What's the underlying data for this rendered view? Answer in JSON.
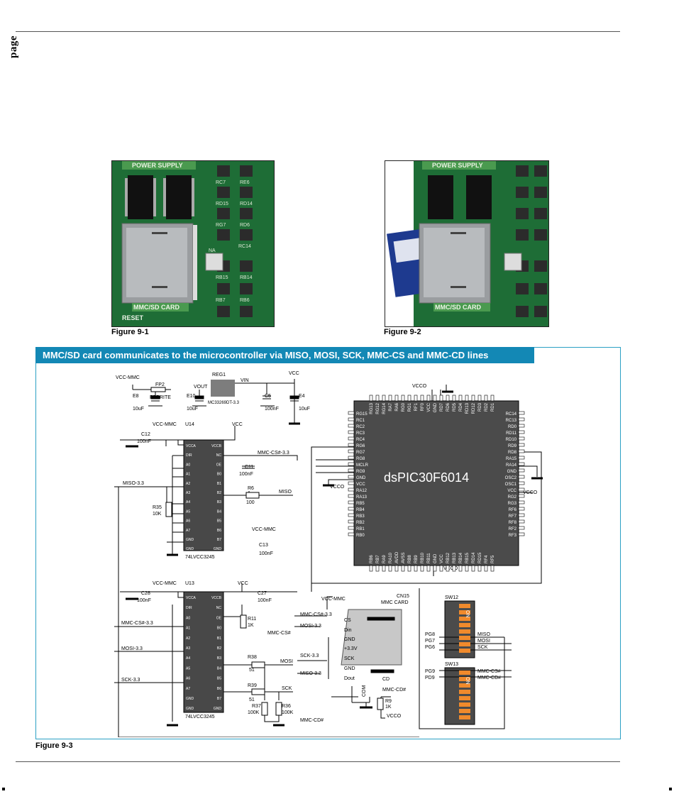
{
  "page": {
    "side_label": "page"
  },
  "figures": {
    "fig1_caption": "Figure 9-1",
    "fig2_caption": "Figure 9-2",
    "fig3_caption": "Figure 9-3"
  },
  "photo": {
    "power_supply": "POWER SUPPLY",
    "mmc_sd_card": "MMC/SD CARD",
    "reset": "RESET",
    "pins": [
      "RC7",
      "RD15",
      "RG7",
      "RC14",
      "RB15",
      "RB7",
      "RE6",
      "RD14",
      "RD6",
      "RB14",
      "RB6"
    ],
    "na": "NA"
  },
  "schematic": {
    "header": "MMC/SD card communicates to the microcontroller via MISO, MOSI, SCK, MMC-CS and MMC-CD lines",
    "mcu_name": "dsPIC30F6014",
    "labels": {
      "vcc_mmc": "VCC-MMC",
      "vcc": "VCC",
      "vcco": "VCCO",
      "fp2": "FP2",
      "ferrite": "FERRITE",
      "e8": "E8",
      "e10": "E10",
      "e4": "E4",
      "uf10": "10uF",
      "reg1": "REG1",
      "vout": "VOUT",
      "vin": "VIN",
      "reg_part": "MC33269DT-3.3",
      "c5": "C5",
      "nf100": "100nF",
      "u14": "U14",
      "u13": "U13",
      "c12": "C12",
      "c11": "C11",
      "c13": "C13",
      "c28": "C28",
      "c27": "C27",
      "mmc_cs33": "MMC-CS#-3.3",
      "miso33": "MISO-3.3",
      "mosi33": "MOSI-3.3",
      "sck33": "SCK-3.3",
      "mmc_cs": "MMC-CS#",
      "miso": "MISO",
      "mosi": "MOSI",
      "sck": "SCK",
      "mmc_cd": "MMC-CD#",
      "r6": "R6",
      "r100": "100",
      "r35": "R35",
      "r10k": "10K",
      "r11": "R11",
      "r1k": "1K",
      "r38": "R38",
      "r39": "R39",
      "r51": "51",
      "r37": "R37",
      "r36": "R36",
      "r100k": "100K",
      "r9": "R9",
      "chip_part": "74LVCC3245",
      "cn15": "CN15",
      "mmc_card": "MMC CARD",
      "cs": "CS",
      "din": "Din",
      "gnd": "GND",
      "v33": "+3.3V",
      "sck_pin": "SCK",
      "dout": "Dout",
      "cd": "CD",
      "com": "COM",
      "sw12": "SW12",
      "sw13": "SW13",
      "on": "ON",
      "pg8": "PG8",
      "pg7": "PG7",
      "pg6": "PG6",
      "pg9": "PG9",
      "pd9": "PD9"
    },
    "chip_left_pins": [
      "VCCA",
      "DIR",
      "A0",
      "A1",
      "A2",
      "A3",
      "A4",
      "A5",
      "A6",
      "A7",
      "GND",
      "GND"
    ],
    "chip_right_pins": [
      "VCCB",
      "NC",
      "OE",
      "B0",
      "B1",
      "B2",
      "B3",
      "B4",
      "B5",
      "B6",
      "B7",
      "GND"
    ],
    "mcu_left_pins": [
      "RG15",
      "RC1",
      "RC2",
      "RC3",
      "RC4",
      "RG6",
      "RG7",
      "RG8",
      "MCLR",
      "RG9",
      "GND",
      "VCC",
      "RA12",
      "RA13",
      "RB5",
      "RB4",
      "RB3",
      "RB2",
      "RB1",
      "RB0"
    ],
    "mcu_right_pins": [
      "RC14",
      "RC13",
      "RD0",
      "RD11",
      "RD10",
      "RD9",
      "RD8",
      "RA15",
      "RA14",
      "GND",
      "OSC2",
      "OSC1",
      "VCC",
      "RG2",
      "RG3",
      "RF6",
      "RF7",
      "RF8",
      "RF2",
      "RF3"
    ],
    "mcu_top_pins": [
      "RG13",
      "RG12",
      "RG14",
      "RA7",
      "RA6",
      "RG0",
      "RG1",
      "RF1",
      "RF0",
      "VCC",
      "GND",
      "RD7",
      "RD6",
      "RD5",
      "RD4",
      "RD13",
      "RD12",
      "RD3",
      "RD2",
      "RD1"
    ],
    "mcu_bottom_pins": [
      "RB6",
      "RB7",
      "RA9",
      "RA10",
      "AVDD",
      "AVSS",
      "RB8",
      "RB9",
      "RB10",
      "RB11",
      "GND",
      "VCC",
      "RB12",
      "RB13",
      "RB14",
      "RB15",
      "RD14",
      "RD15",
      "RF4",
      "RF5"
    ]
  }
}
